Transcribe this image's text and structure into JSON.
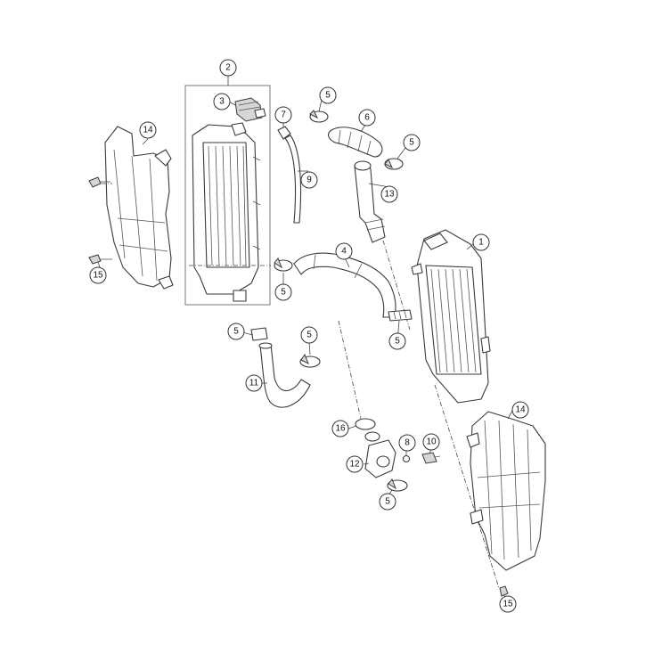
{
  "callouts": [
    {
      "id": "c1",
      "label": "1"
    },
    {
      "id": "c2",
      "label": "2"
    },
    {
      "id": "c3",
      "label": "3"
    },
    {
      "id": "c4",
      "label": "4"
    },
    {
      "id": "c5a",
      "label": "5"
    },
    {
      "id": "c5b",
      "label": "5"
    },
    {
      "id": "c5c",
      "label": "5"
    },
    {
      "id": "c5d",
      "label": "5"
    },
    {
      "id": "c5e",
      "label": "5"
    },
    {
      "id": "c5f",
      "label": "5"
    },
    {
      "id": "c5g",
      "label": "5"
    },
    {
      "id": "c6",
      "label": "6"
    },
    {
      "id": "c7",
      "label": "7"
    },
    {
      "id": "c8",
      "label": "8"
    },
    {
      "id": "c9",
      "label": "9"
    },
    {
      "id": "c10",
      "label": "10"
    },
    {
      "id": "c11",
      "label": "11"
    },
    {
      "id": "c12",
      "label": "12"
    },
    {
      "id": "c13",
      "label": "13"
    },
    {
      "id": "c14a",
      "label": "14"
    },
    {
      "id": "c14b",
      "label": "14"
    },
    {
      "id": "c15a",
      "label": "15"
    },
    {
      "id": "c15b",
      "label": "15"
    },
    {
      "id": "c16",
      "label": "16"
    }
  ]
}
